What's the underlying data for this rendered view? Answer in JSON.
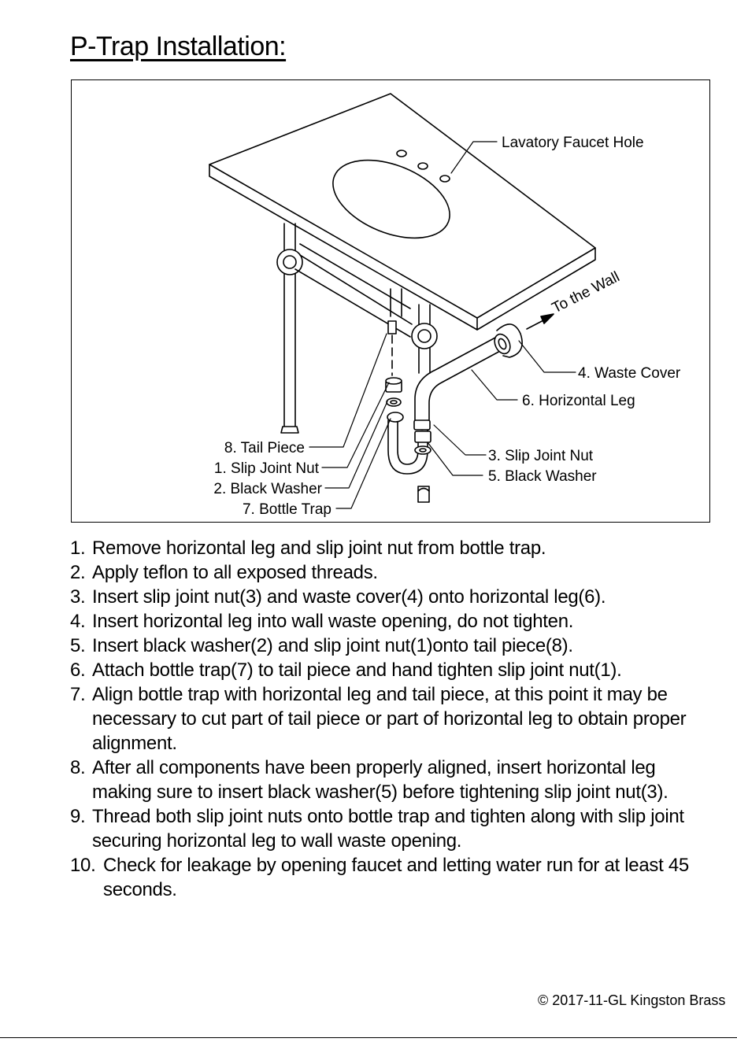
{
  "title": "P-Trap Installation:",
  "diagram": {
    "labels": {
      "faucet_hole": "Lavatory Faucet Hole",
      "to_wall": "To the Wall",
      "waste_cover": "4. Waste Cover",
      "horizontal_leg": "6. Horizontal Leg",
      "slip_joint_nut_3": "3. Slip Joint Nut",
      "black_washer_5": "5. Black Washer",
      "tail_piece": "8. Tail Piece",
      "slip_joint_nut_1": "1. Slip Joint Nut",
      "black_washer_2": "2. Black Washer",
      "bottle_trap": "7. Bottle Trap"
    }
  },
  "steps": [
    {
      "num": "1.",
      "text": "Remove horizontal leg and slip joint nut from bottle trap."
    },
    {
      "num": "2.",
      "text": "Apply teflon to all exposed threads."
    },
    {
      "num": "3.",
      "text": "Insert slip joint nut(3) and waste cover(4) onto horizontal leg(6)."
    },
    {
      "num": "4.",
      "text": "Insert horizontal leg into wall waste opening, do not tighten."
    },
    {
      "num": "5.",
      "text": "Insert black washer(2) and slip joint nut(1)onto tail piece(8)."
    },
    {
      "num": "6.",
      "text": "Attach bottle trap(7) to tail piece and hand tighten slip joint nut(1)."
    },
    {
      "num": "7.",
      "text": "Align bottle trap with horizontal leg and tail piece, at this point it may be necessary to cut part of tail piece or part of horizontal leg to obtain proper alignment."
    },
    {
      "num": "8.",
      "text": "After all components have been properly aligned, insert horizontal leg making sure to insert black washer(5) before tightening slip joint nut(3)."
    },
    {
      "num": "9.",
      "text": "Thread both slip joint nuts onto bottle trap and tighten along with slip joint securing horizontal leg to wall waste opening."
    },
    {
      "num": "10.",
      "text": "Check for leakage by opening faucet and letting water run for at least 45 seconds."
    }
  ],
  "footer": "© 2017-11-GL  Kingston Brass"
}
